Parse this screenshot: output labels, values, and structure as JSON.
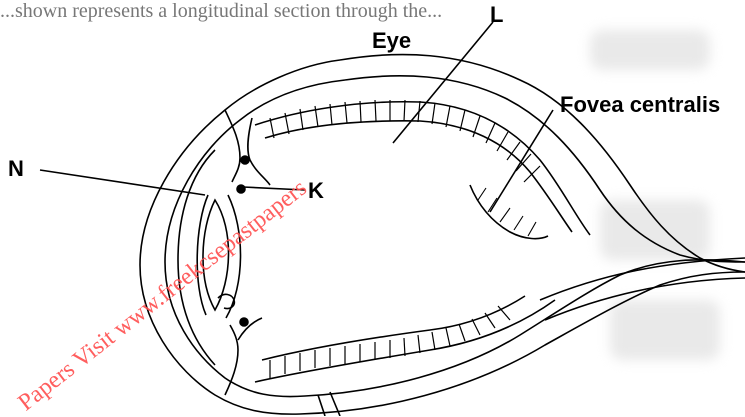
{
  "header_text": "...shown represents a longitudinal section through the...",
  "labels": {
    "eye": "Eye",
    "l": "L",
    "fovea": "Fovea centralis",
    "n": "N",
    "k": "K"
  },
  "watermark": "Papers Visit www.freekcsepastpapers",
  "colors": {
    "line": "#000000",
    "watermark": "#ff4d4d"
  }
}
